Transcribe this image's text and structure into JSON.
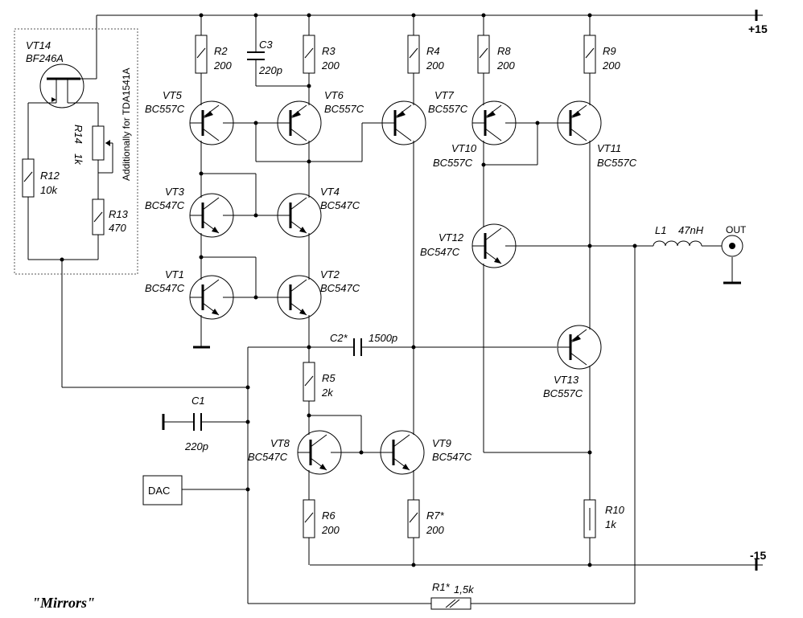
{
  "title": "\"Mirrors\"",
  "rails": {
    "positive": "+15",
    "negative": "-15"
  },
  "note": "Additionally for TDA1541A",
  "dac_label": "DAC",
  "out_label": "OUT",
  "transistors": {
    "VT1": {
      "name": "VT1",
      "type": "BC547C"
    },
    "VT2": {
      "name": "VT2",
      "type": "BC547C"
    },
    "VT3": {
      "name": "VT3",
      "type": "BC547C"
    },
    "VT4": {
      "name": "VT4",
      "type": "BC547C"
    },
    "VT5": {
      "name": "VT5",
      "type": "BC557C"
    },
    "VT6": {
      "name": "VT6",
      "type": "BC557C"
    },
    "VT7": {
      "name": "VT7",
      "type": "BC557C"
    },
    "VT8": {
      "name": "VT8",
      "type": "BC547C"
    },
    "VT9": {
      "name": "VT9",
      "type": "BC547C"
    },
    "VT10": {
      "name": "VT10",
      "type": "BC557C"
    },
    "VT11": {
      "name": "VT11",
      "type": "BC557C"
    },
    "VT12": {
      "name": "VT12",
      "type": "BC547C"
    },
    "VT13": {
      "name": "VT13",
      "type": "BC557C"
    },
    "VT14": {
      "name": "VT14",
      "type": "BF246A"
    }
  },
  "resistors": {
    "R1": {
      "name": "R1*",
      "value": "1,5k"
    },
    "R2": {
      "name": "R2",
      "value": "200"
    },
    "R3": {
      "name": "R3",
      "value": "200"
    },
    "R4": {
      "name": "R4",
      "value": "200"
    },
    "R5": {
      "name": "R5",
      "value": "2k"
    },
    "R6": {
      "name": "R6",
      "value": "200"
    },
    "R7": {
      "name": "R7*",
      "value": "200"
    },
    "R8": {
      "name": "R8",
      "value": "200"
    },
    "R9": {
      "name": "R9",
      "value": "200"
    },
    "R10": {
      "name": "R10",
      "value": "1k"
    },
    "R12": {
      "name": "R12",
      "value": "10k"
    },
    "R13": {
      "name": "R13",
      "value": "470"
    },
    "R14": {
      "name": "R14",
      "value": "1k"
    }
  },
  "capacitors": {
    "C1": {
      "name": "C1",
      "value": "220p"
    },
    "C2": {
      "name": "C2*",
      "value": "1500p"
    },
    "C3": {
      "name": "C3",
      "value": "220p"
    }
  },
  "inductors": {
    "L1": {
      "name": "L1",
      "value": "47nH"
    }
  }
}
